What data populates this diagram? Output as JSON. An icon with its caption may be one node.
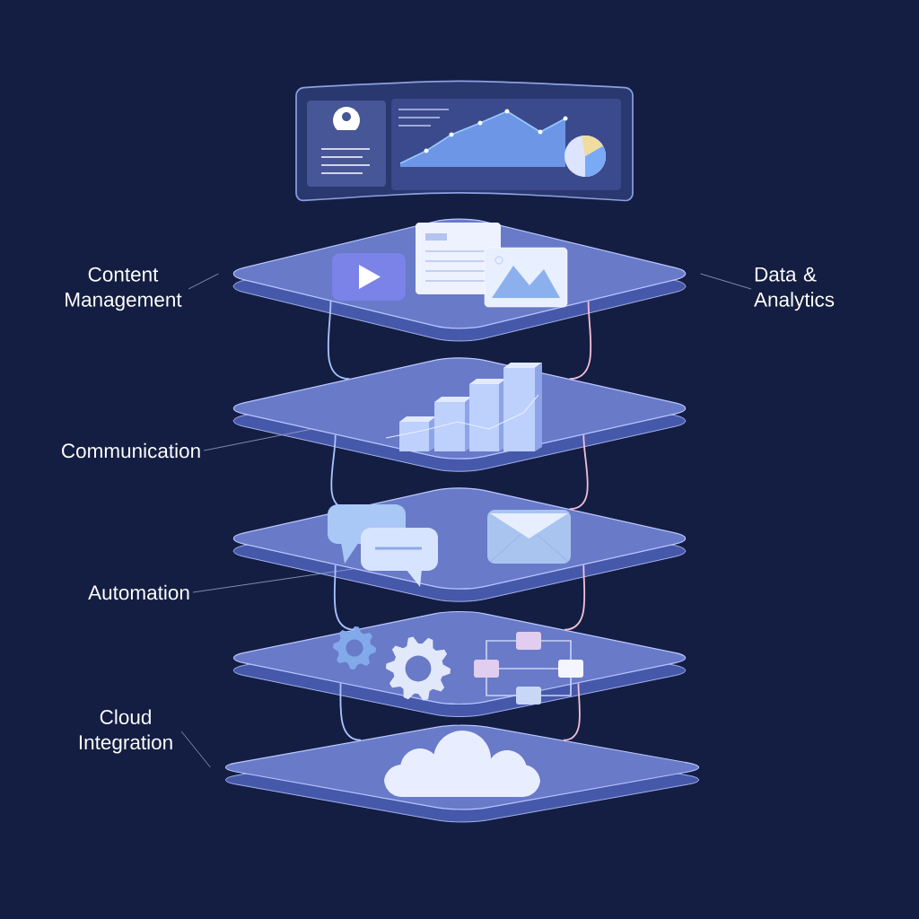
{
  "diagram": {
    "nodes": [
      {
        "text": [],
        "shape": "box"
      },
      {
        "text": [],
        "shape": "box"
      },
      {
        "text": [],
        "shape": "box"
      },
      {
        "text": [],
        "shape": "box"
      },
      {
        "text": [],
        "shape": "box"
      },
      {
        "text": [
          "Content Management"
        ]
      },
      {
        "text": [
          "Data & Analytics"
        ]
      },
      {
        "text": [
          "Communication"
        ]
      },
      {
        "text": [
          "Automation"
        ]
      },
      {
        "text": [
          "Cloud Integration"
        ]
      }
    ],
    "edges": [
      {
        "from": 5,
        "to": 0,
        "arrow": "none"
      },
      {
        "from": 6,
        "to": 0,
        "arrow": "none"
      },
      {
        "from": 7,
        "to": 1,
        "arrow": "none"
      },
      {
        "from": 8,
        "to": 2,
        "arrow": "none"
      },
      {
        "from": 9,
        "to": 4,
        "arrow": "none"
      },
      {
        "from": 0,
        "to": 1,
        "arrow": "none",
        "color": "#a9c4ff"
      },
      {
        "from": 1,
        "to": 2,
        "arrow": "none",
        "color": "#a9c4ff"
      },
      {
        "from": 2,
        "to": 3,
        "arrow": "none",
        "color": "#a9c4ff"
      },
      {
        "from": 3,
        "to": 4,
        "arrow": "none",
        "color": "#a9c4ff"
      },
      {
        "from": 0,
        "to": 1,
        "arrow": "none",
        "color": "#f2bfd6"
      },
      {
        "from": 1,
        "to": 2,
        "arrow": "none",
        "color": "#f2bfd6"
      },
      {
        "from": 2,
        "to": 3,
        "arrow": "none",
        "color": "#f2bfd6"
      },
      {
        "from": 3,
        "to": 4,
        "arrow": "none",
        "color": "#f2bfd6"
      }
    ]
  }
}
